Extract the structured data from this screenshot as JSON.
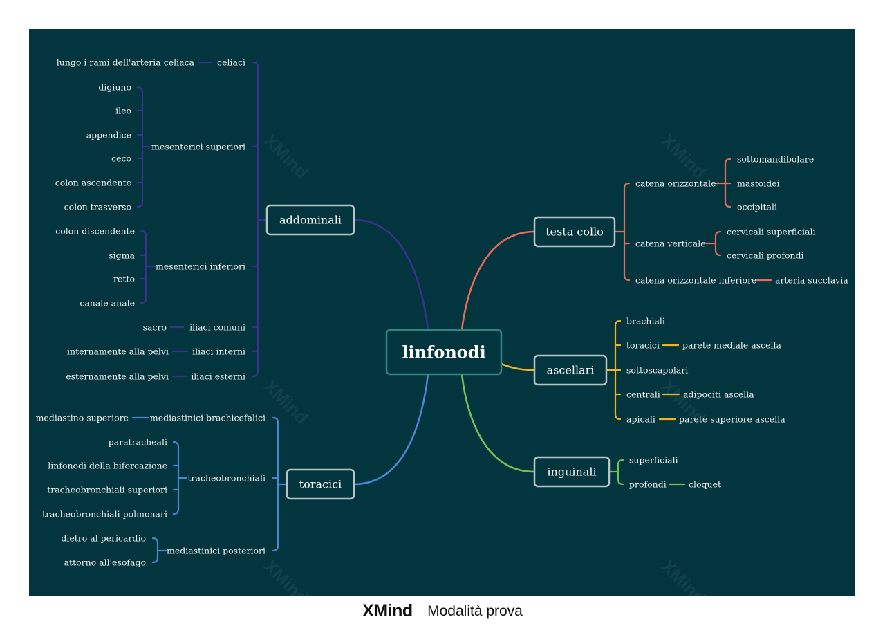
{
  "root": "linfonodi",
  "colors": {
    "background": "#03353f",
    "addominali": "#3b2f8f",
    "toracici": "#4a86d4",
    "testa_collo": "#e56d5a",
    "ascellari": "#f0b41c",
    "inguinali": "#72c253",
    "topic_border": "#b8c4c2",
    "root_border": "#2e8782"
  },
  "watermark": "XMind",
  "footer": {
    "brand": "XMind",
    "mode": "Modalità prova"
  },
  "branches": {
    "addominali": {
      "label": "addominali",
      "children": [
        {
          "label": "celiaci",
          "children": [
            "lungo i rami dell'arteria celiaca"
          ]
        },
        {
          "label": "mesenterici superiori",
          "children": [
            "digiuno",
            "ileo",
            "appendice",
            "ceco",
            "colon ascendente",
            "colon trasverso"
          ]
        },
        {
          "label": "mesenterici inferiori",
          "children": [
            "colon discendente",
            "sigma",
            "retto",
            "canale anale"
          ]
        },
        {
          "label": "iliaci comuni",
          "children": [
            "sacro"
          ]
        },
        {
          "label": "iliaci interni",
          "children": [
            "internamente alla pelvi"
          ]
        },
        {
          "label": "iliaci esterni",
          "children": [
            "esternamente alla pelvi"
          ]
        }
      ]
    },
    "toracici": {
      "label": "toracici",
      "children": [
        {
          "label": "mediastinici brachicefalici",
          "children": [
            "mediastino superiore"
          ]
        },
        {
          "label": "tracheobronchiali",
          "children": [
            "paratracheali",
            "linfonodi della biforcazione",
            "tracheobronchiali superiori",
            "tracheobronchiali polmonari"
          ]
        },
        {
          "label": "mediastinici posteriori",
          "children": [
            "dietro al pericardio",
            "attorno all'esofago"
          ]
        }
      ]
    },
    "testa_collo": {
      "label": "testa collo",
      "children": [
        {
          "label": "catena orizzontale",
          "children": [
            "sottomandibolare",
            "mastoidei",
            "occipitali"
          ]
        },
        {
          "label": "catena verticale",
          "children": [
            "cervicali superficiali",
            "cervicali profondi"
          ]
        },
        {
          "label": "catena orizzontale inferiore",
          "children": [
            "arteria succlavia"
          ]
        }
      ]
    },
    "ascellari": {
      "label": "ascellari",
      "children": [
        {
          "label": "brachiali",
          "children": []
        },
        {
          "label": "toracici",
          "children": [
            "parete mediale ascella"
          ]
        },
        {
          "label": "sottoscapolari",
          "children": []
        },
        {
          "label": "centrali",
          "children": [
            "adipociti ascella"
          ]
        },
        {
          "label": "apicali",
          "children": [
            "parete superiore ascella"
          ]
        }
      ]
    },
    "inguinali": {
      "label": "inguinali",
      "children": [
        {
          "label": "superficiali",
          "children": []
        },
        {
          "label": "profondi",
          "children": [
            "cloquet"
          ]
        }
      ]
    }
  }
}
